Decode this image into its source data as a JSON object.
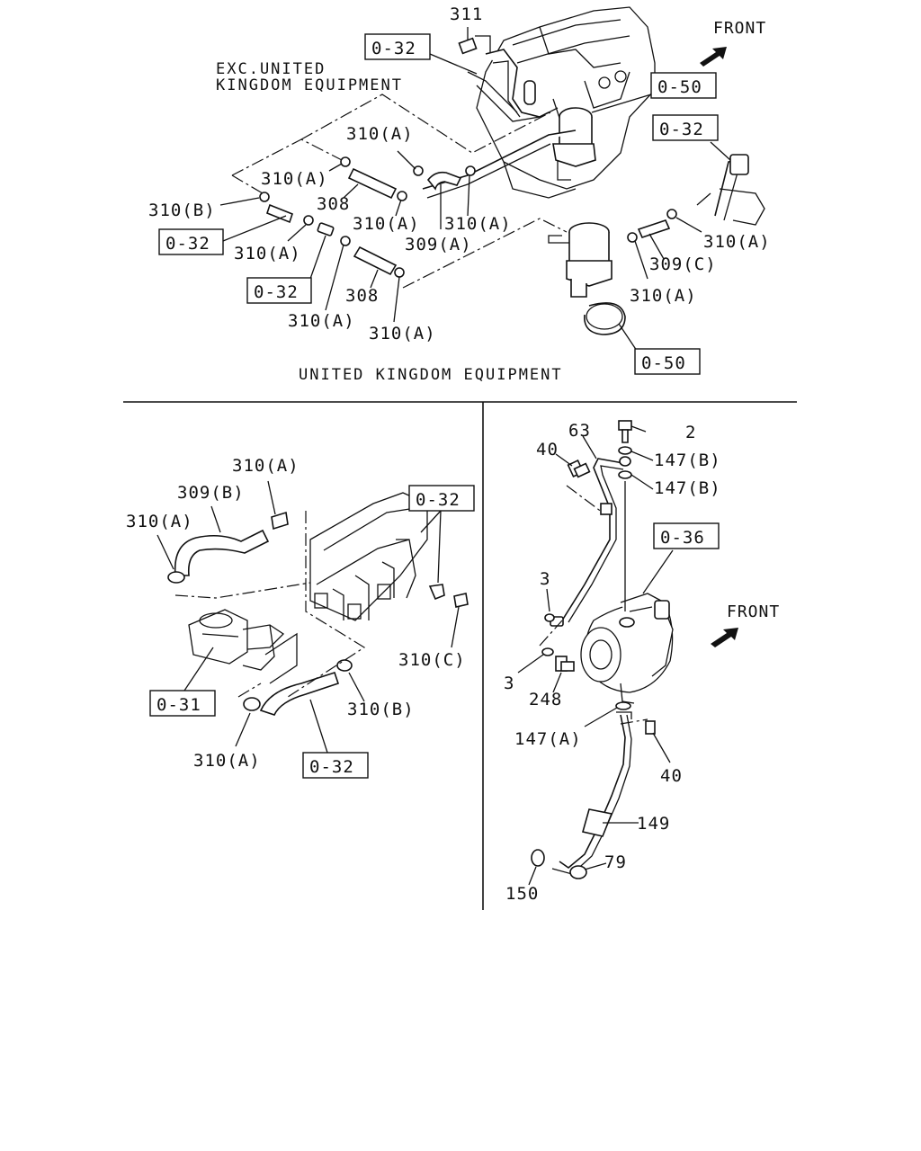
{
  "captions": {
    "exc_line1": "EXC.UNITED",
    "exc_line2": "KINGDOM EQUIPMENT",
    "uk": "UNITED KINGDOM EQUIPMENT",
    "front_top": "FRONT",
    "front_right": "FRONT"
  },
  "top_labels": {
    "l311": "311",
    "l310a_1": "310(A)",
    "l310a_2": "310(A)",
    "l310b": "310(B)",
    "l308_1": "308",
    "l310a_3": "310(A)",
    "l310a_4": "310(A)",
    "l310a_5": "310(A)",
    "l309a": "309(A)",
    "l310a_6": "310(A)",
    "l309c": "309(C)",
    "l310a_7": "310(A)",
    "l308_2": "308",
    "l310a_8": "310(A)",
    "l310a_9": "310(A)"
  },
  "top_refs": {
    "r032_a": "0-32",
    "r050_a": "0-50",
    "r032_b": "0-32",
    "r032_c": "0-32",
    "r032_d": "0-32",
    "r050_b": "0-50"
  },
  "left_labels": {
    "l310a_1": "310(A)",
    "l309b": "309(B)",
    "l310a_2": "310(A)",
    "l310c": "310(C)",
    "l310b": "310(B)",
    "l310a_3": "310(A)"
  },
  "left_refs": {
    "r032_a": "0-32",
    "r031": "0-31",
    "r032_b": "0-32"
  },
  "right_labels": {
    "l2": "2",
    "l63": "63",
    "l40_a": "40",
    "l147b_1": "147(B)",
    "l147b_2": "147(B)",
    "l3_a": "3",
    "l3_b": "3",
    "l248": "248",
    "l147a": "147(A)",
    "l40_b": "40",
    "l149": "149",
    "l79": "79",
    "l150": "150"
  },
  "right_refs": {
    "r036": "0-36"
  }
}
